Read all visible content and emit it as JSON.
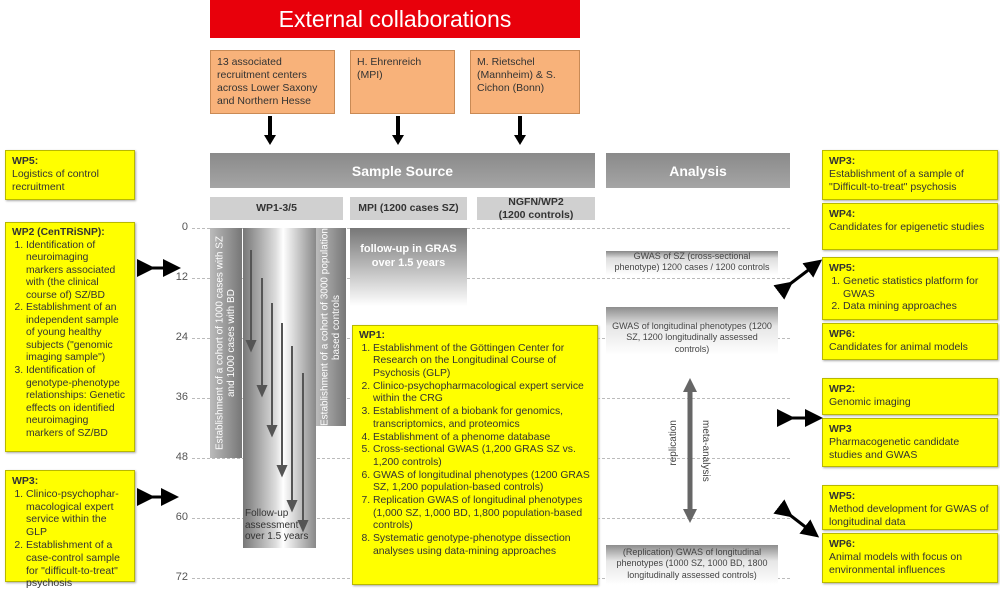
{
  "header": {
    "title": "External collaborations"
  },
  "collaborators": [
    "13 associated recruitment centers across Lower Saxony and Northern Hesse",
    "H. Ehrenreich (MPI)",
    "M. Rietschel (Mannheim) & S. Cichon (Bonn)"
  ],
  "sections": {
    "sample_source": "Sample Source",
    "analysis": "Analysis"
  },
  "columns": [
    "WP1-3/5",
    "MPI (1200 cases SZ)",
    "NGFN/WP2 (1200 controls)"
  ],
  "y_axis": [
    "0",
    "12",
    "24",
    "36",
    "48",
    "60",
    "72"
  ],
  "cohorts": {
    "cases": "Establishment of a cohort of 1000 cases with SZ and 1000 cases with BD",
    "controls": "Establishment of a cohort of 3000 population based controls",
    "followup": "Follow-up assessment over 1.5 years",
    "mpi_followup": "follow-up in GRAS over 1.5 years"
  },
  "wp1": {
    "title": "WP1:",
    "items": [
      "Establishment of the Göttingen Center for Research on the Longitudinal Course of Psychosis (GLP)",
      "Clinico-psychopharmacological expert service within the CRG",
      "Establishment of a biobank for genomics, transcriptomics, and proteomics",
      "Establishment of a phenome database",
      "Cross-sectional GWAS (1,200 GRAS SZ vs. 1,200 controls)",
      "GWAS of longitudinal phenotypes (1200 GRAS SZ, 1,200 population-based controls)",
      "Replication GWAS of longitudinal phenotypes (1,000 SZ, 1,000 BD, 1,800 population-based controls)",
      "Systematic genotype-phenotype dissection analyses using data-mining approaches"
    ]
  },
  "analysis": {
    "gwas_sz": "GWAS of SZ (cross-sectional phenotype) 1200 cases / 1200 controls",
    "gwas_long": "GWAS of longitudinal phenotypes (1200 SZ, 1200 longitudinally assessed controls)",
    "replication": "replication",
    "meta": "meta-analysis",
    "gwas_rep": "(Replication) GWAS of longitudinal phenotypes (1000 SZ, 1000 BD, 1800 longitudinally assessed controls)"
  },
  "left": [
    {
      "title": "WP5:",
      "text": "Logistics of control recruitment"
    },
    {
      "title": "WP2 (CenTRiSNP):",
      "items": [
        "Identification of neuroimaging markers associated with (the clinical course of) SZ/BD",
        "Establishment of an independent sample of young healthy subjects (\"genomic imaging sample\")",
        "Identification of genotype-phenotype relationships: Genetic effects on identified neuroimaging markers of SZ/BD"
      ]
    },
    {
      "title": "WP3:",
      "items": [
        "Clinico-psychophar-macological expert service within the GLP",
        "Establishment of a case-control sample for \"difficult-to-treat\" psychosis"
      ]
    }
  ],
  "right": [
    {
      "title": "WP3:",
      "text": "Establishment of a sample of \"Difficult-to-treat\" psychosis"
    },
    {
      "title": "WP4:",
      "text": "Candidates for epigenetic studies"
    },
    {
      "title": "WP5:",
      "items": [
        "Genetic statistics platform for GWAS",
        "Data mining approaches"
      ]
    },
    {
      "title": "WP6:",
      "text": "Candidates for animal models"
    },
    {
      "title": "WP2:",
      "text": "Genomic imaging"
    },
    {
      "title": "WP3",
      "text": "Pharmacogenetic candidate studies and GWAS"
    },
    {
      "title": "WP5:",
      "text": "Method development for GWAS of  longitudinal data"
    },
    {
      "title": "WP6:",
      "text": "Animal models with focus on environmental influences"
    }
  ]
}
